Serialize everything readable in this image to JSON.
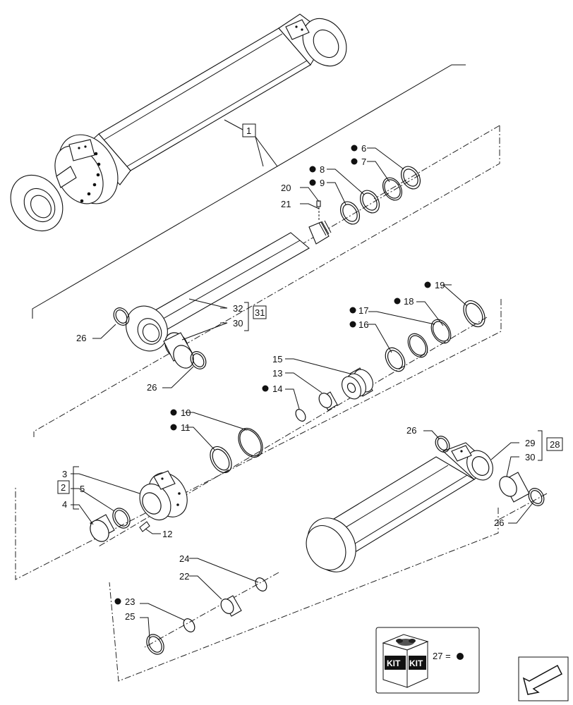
{
  "callouts": {
    "c1": "1",
    "c2": "2",
    "c3": "3",
    "c4": "4",
    "c5": "5",
    "c6": "6",
    "c7": "7",
    "c8": "8",
    "c9": "9",
    "c10": "10",
    "c11": "11",
    "c12": "12",
    "c13": "13",
    "c14": "14",
    "c15": "15",
    "c16": "16",
    "c17": "17",
    "c18": "18",
    "c19": "19",
    "c20": "20",
    "c21": "21",
    "c22": "22",
    "c23": "23",
    "c24": "24",
    "c25": "25",
    "c26a": "26",
    "c26b": "26",
    "c26c": "26",
    "c26d": "26",
    "c28": "28",
    "c29": "29",
    "c30a": "30",
    "c30b": "30",
    "c31": "31",
    "c32": "32"
  },
  "kit": {
    "badge_left": "KIT",
    "badge_right": "KIT",
    "legend": "27 ="
  },
  "kit_marked_parts": [
    "6",
    "7",
    "8",
    "9",
    "10",
    "11",
    "14",
    "16",
    "17",
    "18",
    "19",
    "23"
  ],
  "icons": {
    "kit-box": "kit-box-icon",
    "kit-dot": "filled-dot-icon",
    "nav": "arrow-left-down-icon"
  }
}
